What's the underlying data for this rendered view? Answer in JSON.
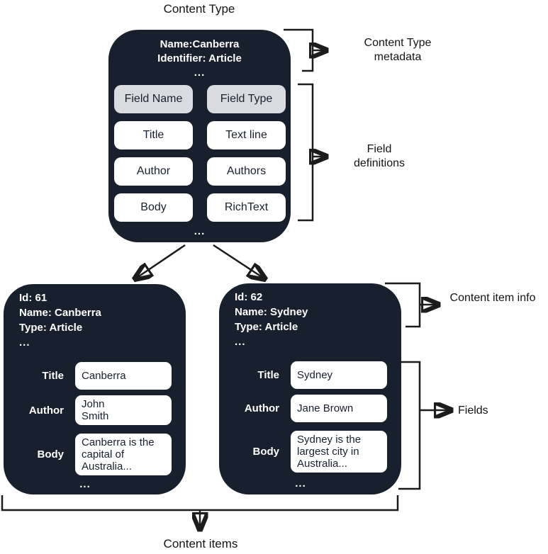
{
  "colors": {
    "node_background": "#19202d",
    "header_cell_background": "#d9dbe0",
    "cell_background": "#ffffff",
    "line": "#1c1c1c",
    "text_light": "#ffffff",
    "text_dark": "#19202d"
  },
  "title": "Content Type",
  "ellipsis": "...",
  "content_type_box": {
    "meta_line_1": "Name:Canberra",
    "meta_line_2": "Identifier: Article",
    "field_table": {
      "header": {
        "name": "Field Name",
        "type": "Field Type"
      },
      "rows": [
        {
          "name": "Title",
          "type": "Text line"
        },
        {
          "name": "Author",
          "type": "Authors"
        },
        {
          "name": "Body",
          "type": "RichText"
        }
      ]
    }
  },
  "annotations": {
    "content_type_metadata": "Content Type metadata",
    "field_definitions": "Field definitions",
    "content_item_info": "Content item info",
    "fields": "Fields",
    "content_items": "Content items"
  },
  "items": [
    {
      "meta": [
        "Id: 61",
        "Name: Canberra",
        "Type: Article"
      ],
      "fields": [
        {
          "label": "Title",
          "value": "Canberra"
        },
        {
          "label": "Author",
          "value": "John\nSmith"
        },
        {
          "label": "Body",
          "value": "Canberra is the\ncapital of\nAustralia..."
        }
      ]
    },
    {
      "meta": [
        "Id: 62",
        "Name: Sydney",
        "Type: Article"
      ],
      "fields": [
        {
          "label": "Title",
          "value": "Sydney"
        },
        {
          "label": "Author",
          "value": "Jane Brown"
        },
        {
          "label": "Body",
          "value": "Sydney is the\nlargest city in\nAustralia..."
        }
      ]
    }
  ]
}
